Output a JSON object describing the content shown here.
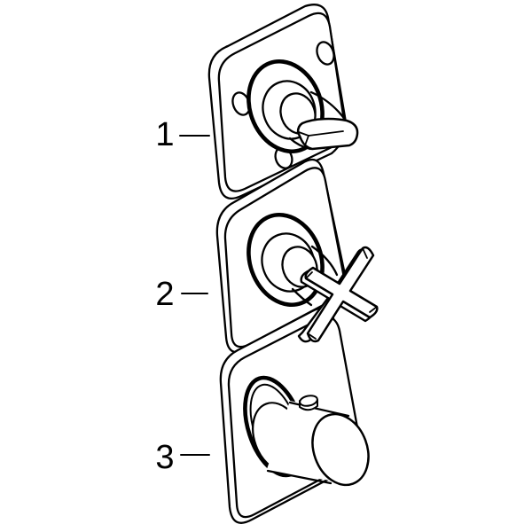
{
  "diagram": {
    "background_color": "#ffffff",
    "line_color": "#000000",
    "drawing_type": "technical-line-drawing",
    "subject": "three-module-valve-trim-set",
    "callouts": [
      {
        "number": "1",
        "target": "top-module-plate-with-lever-handle"
      },
      {
        "number": "2",
        "target": "middle-module-plate-with-cross-handle"
      },
      {
        "number": "3",
        "target": "bottom-module-plate-with-thermostat-knob"
      }
    ]
  }
}
